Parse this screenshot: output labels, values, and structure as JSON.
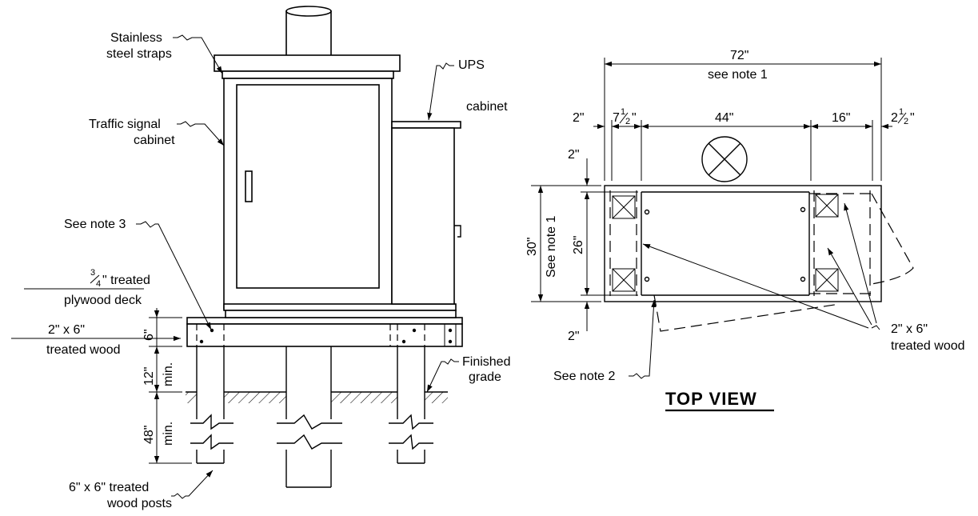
{
  "front_view": {
    "labels": {
      "stainless_line1": "Stainless",
      "stainless_line2": "steel straps",
      "ups_line1": "UPS",
      "ups_line2": "cabinet",
      "traffic_line1": "Traffic signal",
      "traffic_line2": "cabinet",
      "note3": "See note 3",
      "plywood_frac_num": "3",
      "plywood_frac_den": "4",
      "plywood_line1": "\" treated",
      "plywood_line2": "plywood deck",
      "wood_line1": "2\" x 6\"",
      "wood_line2": "treated wood",
      "finished_line1": "Finished",
      "finished_line2": "grade",
      "posts_line1": "6\" x 6\"  treated",
      "posts_line2": "wood posts"
    },
    "dims": {
      "deck": "6\"",
      "clear": "12\"",
      "clear_note": "min.",
      "bury": "48\"",
      "bury_note": "min."
    }
  },
  "top_view": {
    "title": "TOP  VIEW",
    "dims": {
      "overall": "72\"",
      "overall_note": "see note 1",
      "left_margin": "2\"",
      "left_post_whole": "7",
      "left_post_frac_num": "1",
      "left_post_frac_den": "2",
      "center": "44\"",
      "right_post": "16\"",
      "right_margin_whole": "2",
      "right_margin_frac_num": "1",
      "right_margin_frac_den": "2",
      "top_offset": "2\"",
      "depth": "30\"",
      "depth_note": "See note 1",
      "inner_depth": "26\"",
      "bottom_offset": "2\""
    },
    "labels": {
      "wood_line1": "2\" x 6\"",
      "wood_line2": "treated wood",
      "note2": "See note 2"
    }
  }
}
